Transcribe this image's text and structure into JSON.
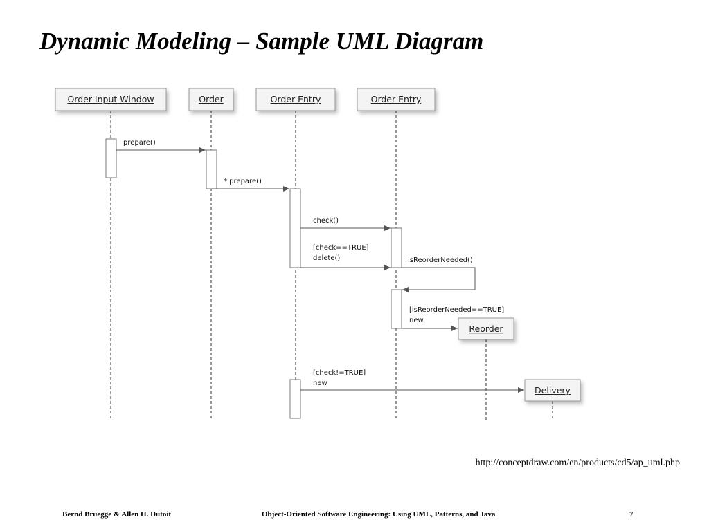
{
  "slide": {
    "title": "Dynamic Modeling – Sample UML Diagram",
    "source_url": "http://conceptdraw.com/en/products/cd5/ap_uml.php"
  },
  "diagram": {
    "objects": [
      {
        "id": "order-input-window",
        "label": "Order Input Window"
      },
      {
        "id": "order",
        "label": "Order"
      },
      {
        "id": "order-entry-1",
        "label": "Order Entry"
      },
      {
        "id": "order-entry-2",
        "label": "Order Entry"
      },
      {
        "id": "reorder",
        "label": "Reorder"
      },
      {
        "id": "delivery",
        "label": "Delivery"
      }
    ],
    "messages": [
      {
        "id": "prepare",
        "lines": [
          "prepare()"
        ]
      },
      {
        "id": "star-prepare",
        "lines": [
          "* prepare()"
        ]
      },
      {
        "id": "check",
        "lines": [
          "check()"
        ]
      },
      {
        "id": "delete",
        "lines": [
          "[check==TRUE]",
          "delete()"
        ]
      },
      {
        "id": "is-reorder-needed",
        "lines": [
          "isReorderNeeded()"
        ]
      },
      {
        "id": "new-reorder",
        "lines": [
          "[isReorderNeeded==TRUE]",
          "new"
        ]
      },
      {
        "id": "new-delivery",
        "lines": [
          "[check!=TRUE]",
          "new"
        ]
      }
    ]
  },
  "footer": {
    "authors": "Bernd Bruegge & Allen H. Dutoit",
    "book": "Object-Oriented Software Engineering: Using UML, Patterns, and Java",
    "page": "7"
  }
}
